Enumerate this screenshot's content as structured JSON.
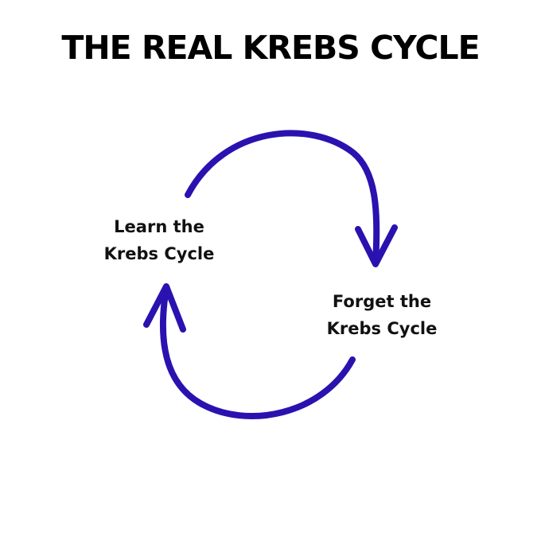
{
  "title": "THE REAL KREBS CYCLE",
  "colors": {
    "arrow": "#2a12b0",
    "text": "#111111",
    "background": "#ffffff"
  },
  "nodes": [
    {
      "line1": "Learn the",
      "line2": "Krebs Cycle"
    },
    {
      "line1": "Forget the",
      "line2": "Krebs Cycle"
    }
  ]
}
